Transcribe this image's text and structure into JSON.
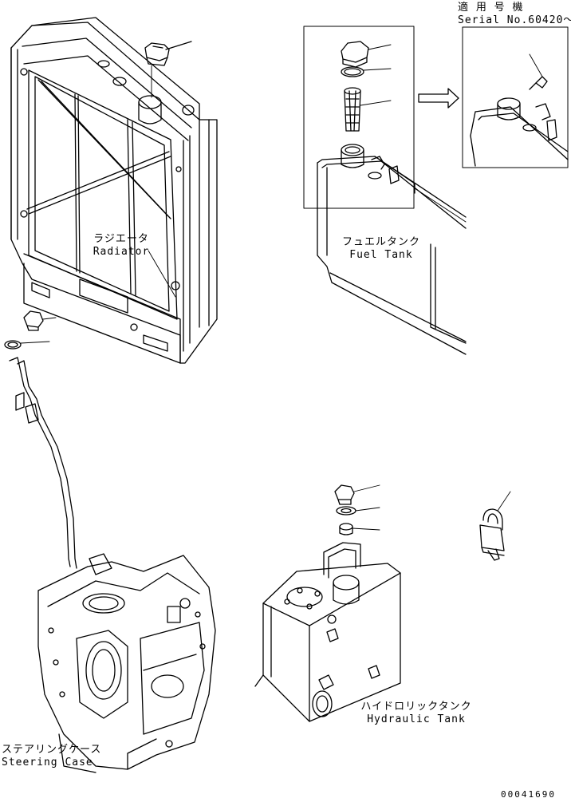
{
  "serial_note": {
    "jp": "適 用 号 機",
    "en": "Serial No.60420～"
  },
  "parts": {
    "radiator": {
      "jp": "ラジエータ",
      "en": "Radiator"
    },
    "fuel_tank": {
      "jp": "フュエルタンク",
      "en": "Fuel Tank"
    },
    "steering_case": {
      "jp": "ステアリングケース",
      "en": "Steering Case"
    },
    "hydraulic_tank": {
      "jp": "ハイドロリックタンク",
      "en": "Hydraulic Tank"
    }
  },
  "drawing_number": "00041690",
  "icons": [
    "radiator-cap-icon",
    "fuel-cap-icon",
    "strainer-icon",
    "padlock-icon",
    "arrow-right-icon"
  ]
}
